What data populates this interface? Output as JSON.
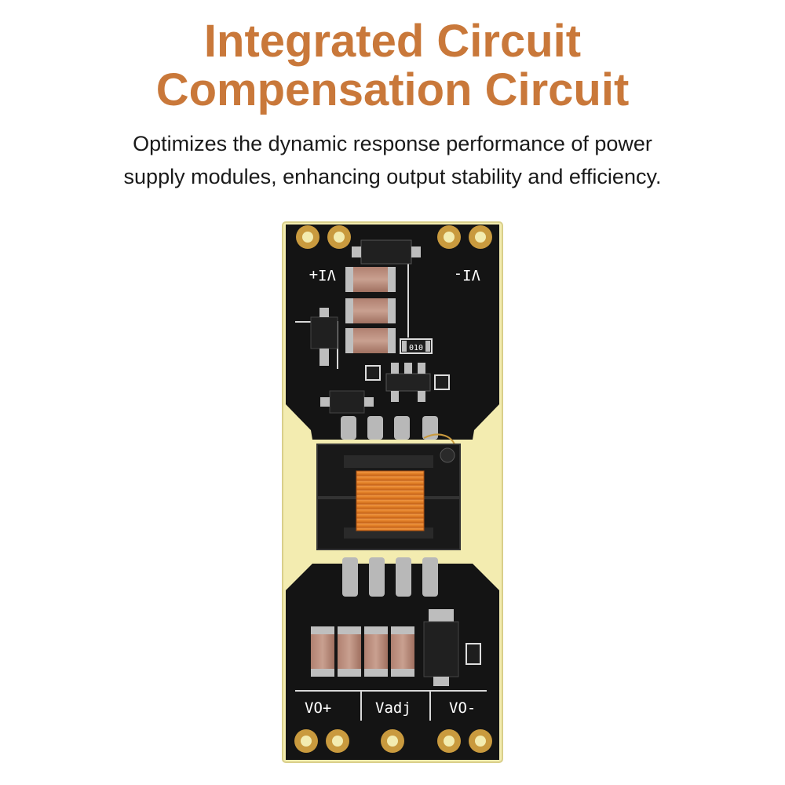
{
  "heading": {
    "line1": "Integrated Circuit",
    "line2": "Compensation Circuit"
  },
  "description": {
    "line1": "Optimizes the dynamic response performance of power",
    "line2": "supply modules, enhancing output stability and efficiency."
  },
  "board": {
    "labels": {
      "vi_plus": "VI+",
      "vi_minus": "VI-",
      "vo_plus": "VO+",
      "vadj": "Vadj",
      "vo_minus": "VO-"
    },
    "resistor_code": "010"
  },
  "colors": {
    "title": "#c9783a",
    "text": "#1a1a1a",
    "pcb_black": "#141414",
    "pcb_base": "#f3ecb0",
    "pad_gold": "#c99a3e",
    "coil_copper": "#e5832a"
  }
}
